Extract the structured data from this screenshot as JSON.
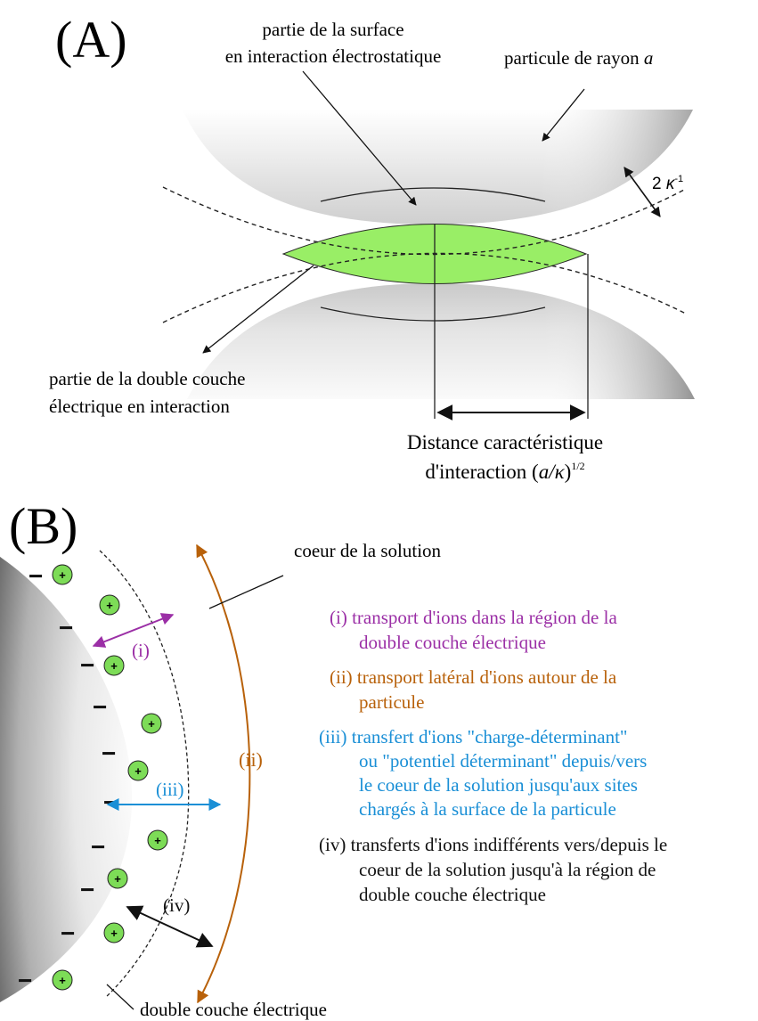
{
  "panel_a": {
    "label": "(A)",
    "surface_label_line1": "partie de la surface",
    "surface_label_line2": "en interaction électrostatique",
    "particle_label_text": "particule de rayon ",
    "particle_label_var": "a",
    "debye_label_num": "2 ",
    "debye_label_kappa": "κ",
    "debye_label_exp": "-1",
    "dl_label_line1": "partie de la double couche",
    "dl_label_line2": "électrique en interaction",
    "distance_line1": "Distance caractéristique",
    "distance_line2_text": "d'interaction (",
    "distance_line2_var": "a/κ",
    "distance_line2_close": ")",
    "distance_line2_exp": "1/2",
    "colors": {
      "interaction_zone": "#99ee66",
      "particle_shade": "#7a7a7a"
    }
  },
  "panel_b": {
    "label": "(B)",
    "bulk_label": "coeur de la solution",
    "double_layer_label": "double couche électrique",
    "arrow_labels": {
      "i": "(i)",
      "ii": "(ii)",
      "iii": "(iii)",
      "iv": "(iv)"
    },
    "legend": [
      {
        "key": "i",
        "color": "#9b2fa6",
        "lines": [
          "(i) transport d'ions dans la région de la",
          "double couche électrique"
        ]
      },
      {
        "key": "ii",
        "color": "#b8610a",
        "lines": [
          "(ii) transport latéral d'ions autour de la",
          "particule"
        ]
      },
      {
        "key": "iii",
        "color": "#1a8fd6",
        "lines": [
          "(iii) transfert d'ions \"charge-déterminant\"",
          "ou \"potentiel déterminant\" depuis/vers",
          "le coeur de la solution jusqu'aux sites",
          "chargés à la surface de la particule"
        ]
      },
      {
        "key": "iv",
        "color": "#111111",
        "lines": [
          "(iv) transferts d'ions indifférents vers/depuis le",
          "coeur de la solution jusqu'à la région de",
          "double couche électrique"
        ]
      }
    ],
    "positive_ion_symbol": "+",
    "negative_charge_symbol": "−",
    "colors": {
      "ion_fill": "#7ddc57",
      "particle_shade": "#6e6e6e"
    }
  }
}
